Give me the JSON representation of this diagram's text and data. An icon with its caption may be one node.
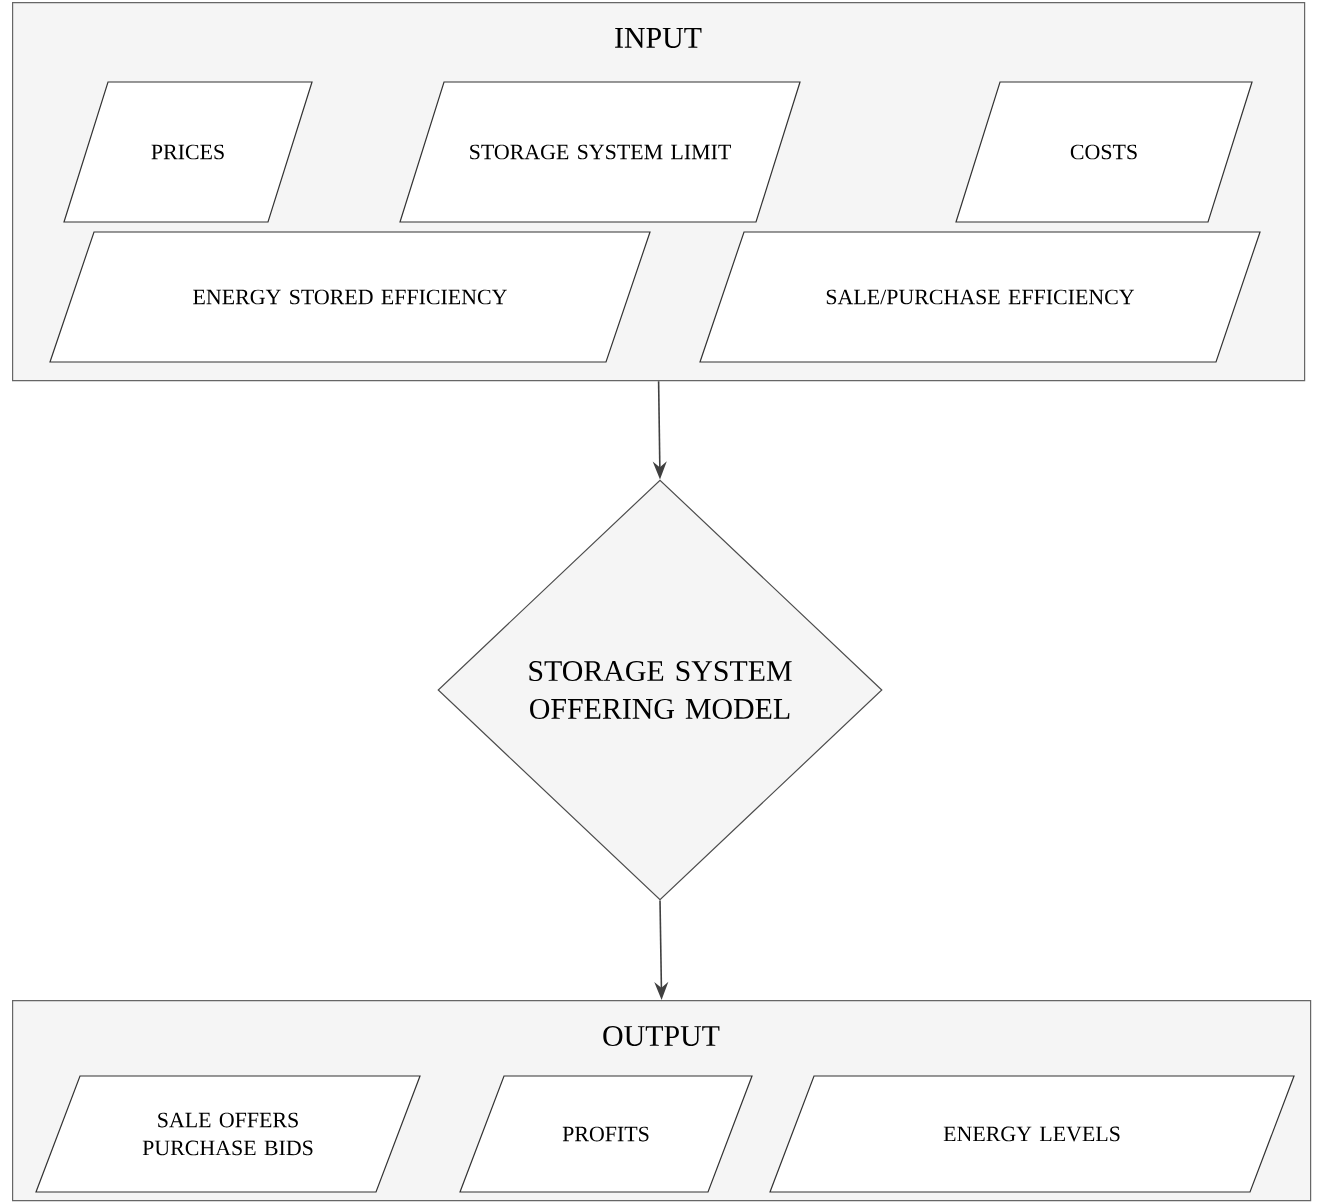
{
  "diagram": {
    "nodes": [
      {
        "text": [
          "INPUT"
        ]
      },
      {
        "text": [
          "PRICES"
        ],
        "in": 0
      },
      {
        "text": [
          "STORAGE SYSTEM LIMIT"
        ],
        "in": 0
      },
      {
        "text": [
          "COSTS"
        ],
        "in": 0
      },
      {
        "text": [
          "ENERGY STORED EFFICIENCY"
        ],
        "in": 0
      },
      {
        "text": [
          "SALE/PURCHASE EFFICIENCY"
        ],
        "in": 0
      },
      {
        "text": [
          "STORAGE SYSTEM OFFERING MODEL"
        ]
      },
      {
        "text": [
          "OUTPUT"
        ]
      },
      {
        "text": [
          "SALE OFFERS PURCHASE BIDS"
        ],
        "in": 7
      },
      {
        "text": [
          "PROFITS"
        ],
        "in": 7
      },
      {
        "text": [
          "ENERGY LEVELS"
        ],
        "in": 7
      }
    ],
    "edges": [
      {
        "from": 0,
        "to": 6,
        "arrow": "to"
      },
      {
        "from": 6,
        "to": 7,
        "arrow": "to"
      }
    ]
  }
}
